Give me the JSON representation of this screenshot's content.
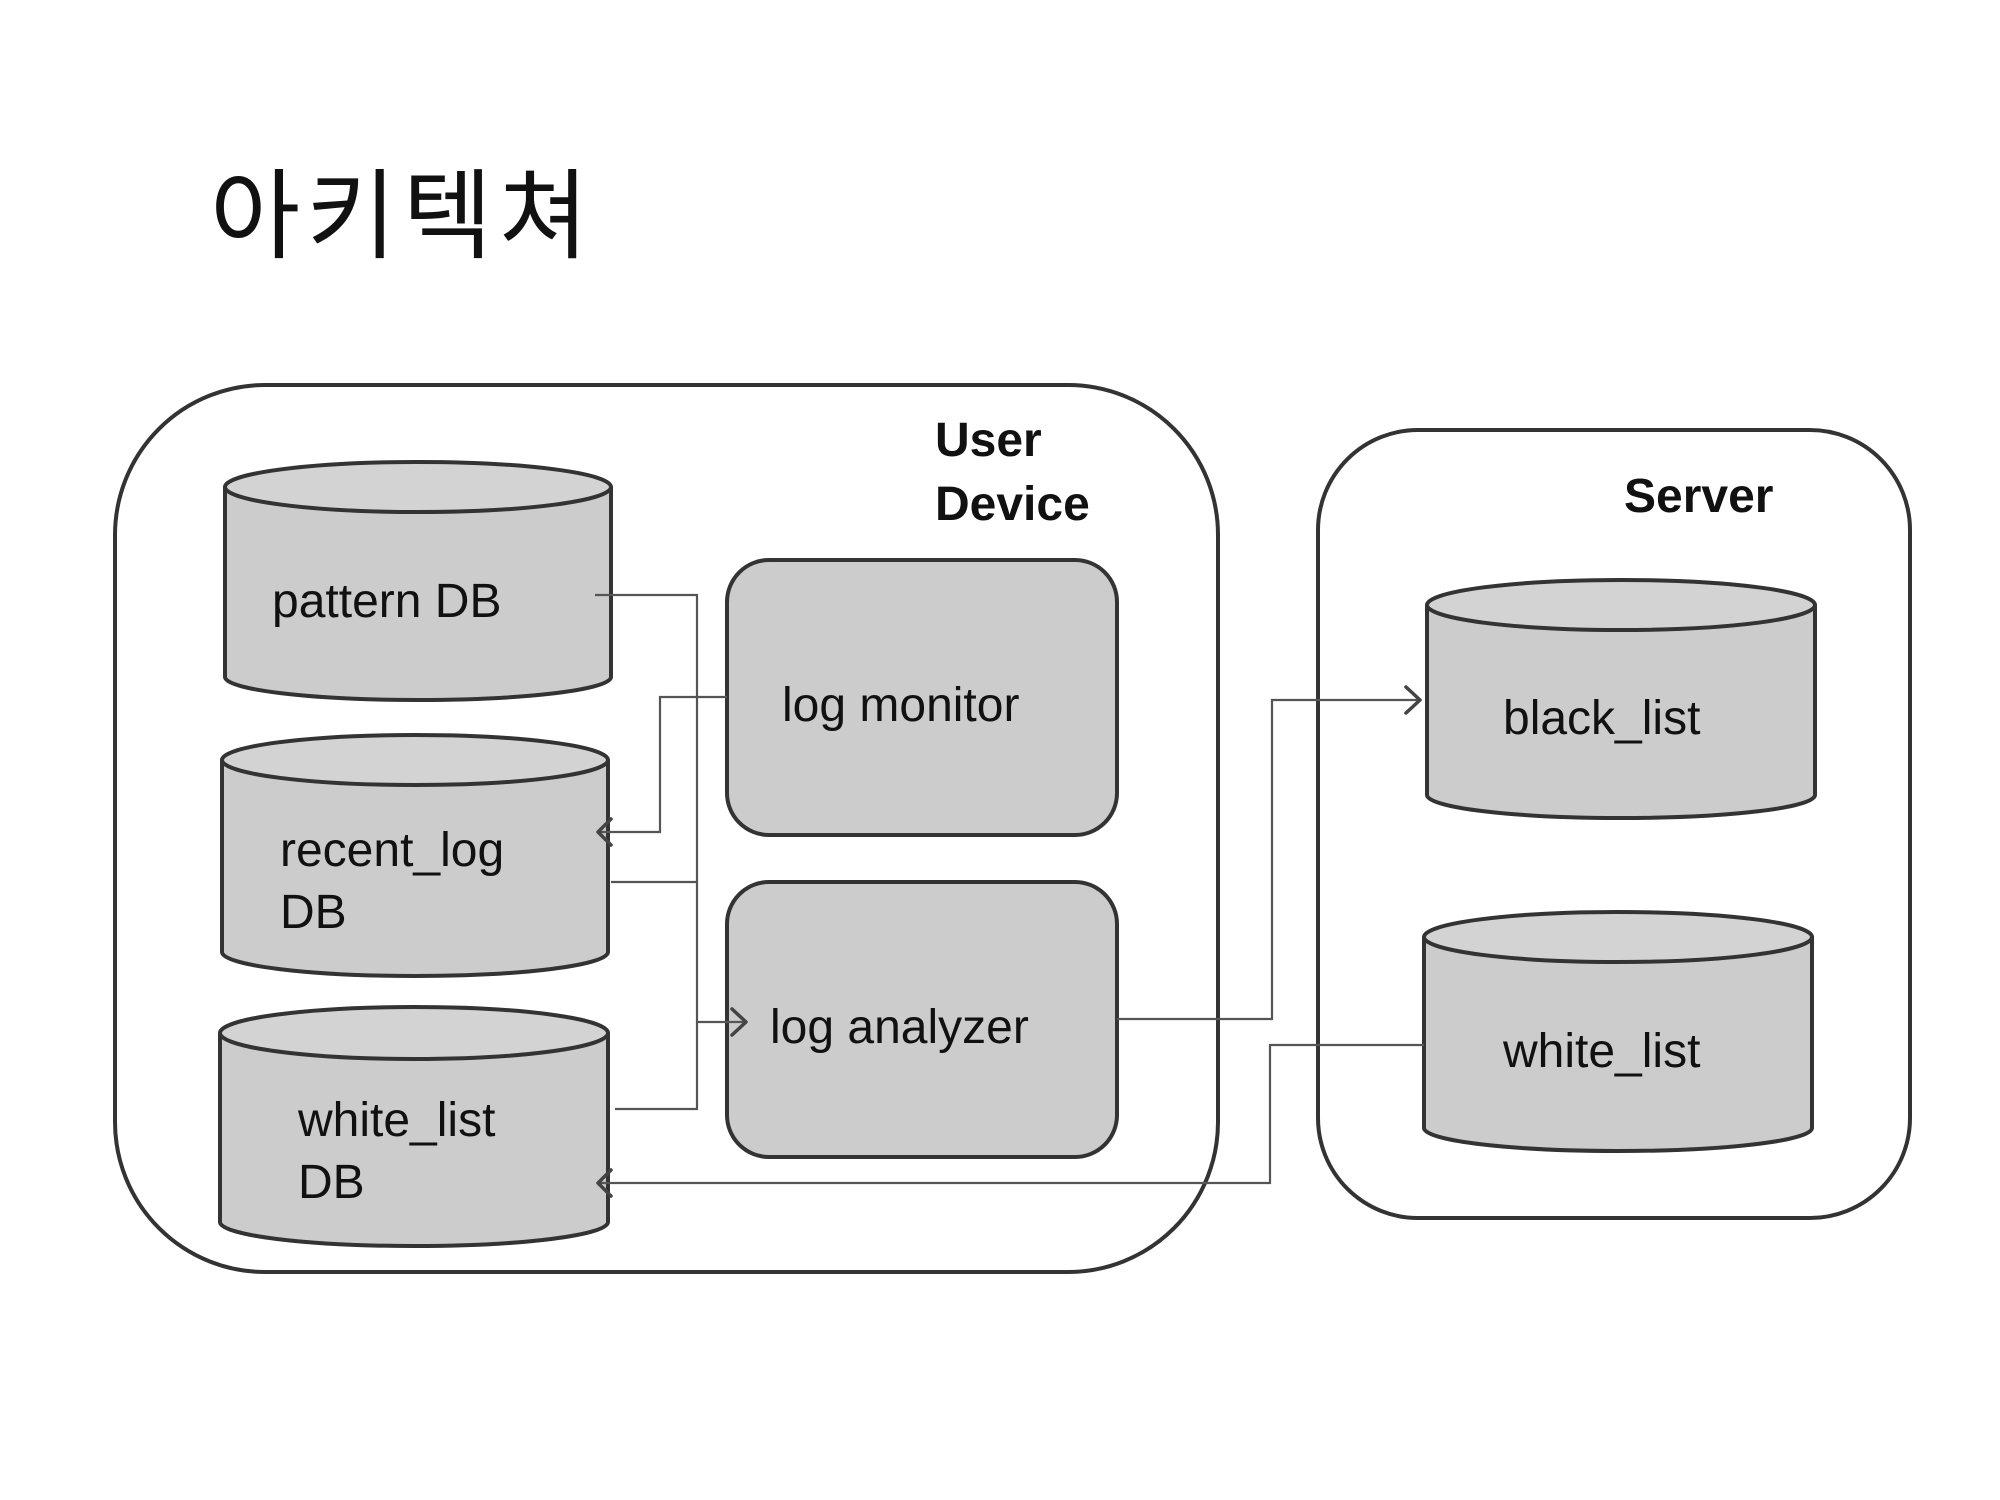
{
  "slide": {
    "title": "아키텍쳐"
  },
  "containers": {
    "user_device": {
      "label_line1": "User",
      "label_line2": "Device"
    },
    "server": {
      "label": "Server"
    }
  },
  "databases": {
    "pattern_db": {
      "label": "pattern DB"
    },
    "recent_log_db": {
      "label_line1": "recent_log",
      "label_line2": "DB"
    },
    "white_list_db": {
      "label_line1": "white_list",
      "label_line2": "DB"
    },
    "server_black_list": {
      "label": "black_list"
    },
    "server_white_list": {
      "label": "white_list"
    }
  },
  "modules": {
    "log_monitor": {
      "label": "log monitor"
    },
    "log_analyzer": {
      "label": "log analyzer"
    }
  },
  "colors": {
    "component_fill": "#cccccc",
    "outline": "#333333",
    "connector": "#555555",
    "background": "#ffffff"
  }
}
